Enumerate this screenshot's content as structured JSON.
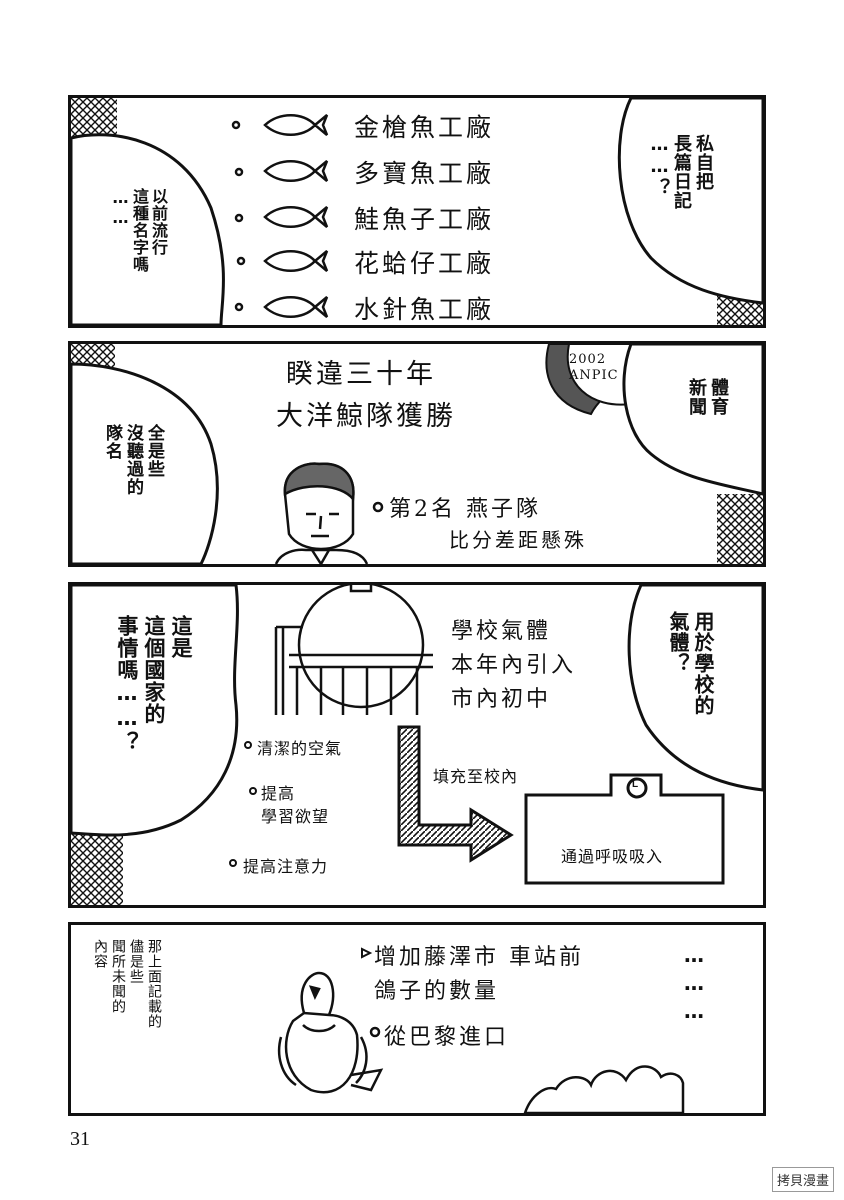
{
  "panel1": {
    "left_bubble": [
      "以前流行",
      "這種名字嗎",
      "……"
    ],
    "right_bubble": [
      "私自把",
      "長篇日記",
      "……？"
    ],
    "items": [
      "金槍魚工廠",
      "多寶魚工廠",
      "鮭魚子工廠",
      "花蛤仔工廠",
      "水針魚工廠"
    ]
  },
  "panel2": {
    "headline_1": "睽違三十年",
    "headline_2": "大洋鯨隊獲勝",
    "poster_text": "2002 ANPIC",
    "left_bubble": [
      "全是些",
      "沒聽過的",
      "隊名"
    ],
    "right_bubble": [
      "體育",
      "新聞"
    ],
    "note_1": "第2名 燕子隊",
    "note_2": "比分差距懸殊"
  },
  "panel3": {
    "left_bubble": [
      "這是",
      "這個國家的",
      "事情嗎……？"
    ],
    "right_bubble": [
      "用於學校的",
      "氣體？"
    ],
    "title_lines": [
      "學校氣體",
      "本年內引入",
      "市內初中"
    ],
    "bullets": [
      "清潔的空氣",
      "提高",
      "學習欲望",
      "提高注意力"
    ],
    "arrow_label": "填充至校內",
    "box_label": "通過呼吸吸入",
    "clock_letter": "L"
  },
  "panel4": {
    "left_text": [
      "那上面記載的",
      "儘是些",
      "聞所未聞的",
      "內容"
    ],
    "item_1": "增加藤澤市 車站前",
    "item_1b": "鴿子的數量",
    "item_2": "從巴黎進口",
    "dots": "………"
  },
  "page_number": "31",
  "watermark": "拷貝漫畫"
}
